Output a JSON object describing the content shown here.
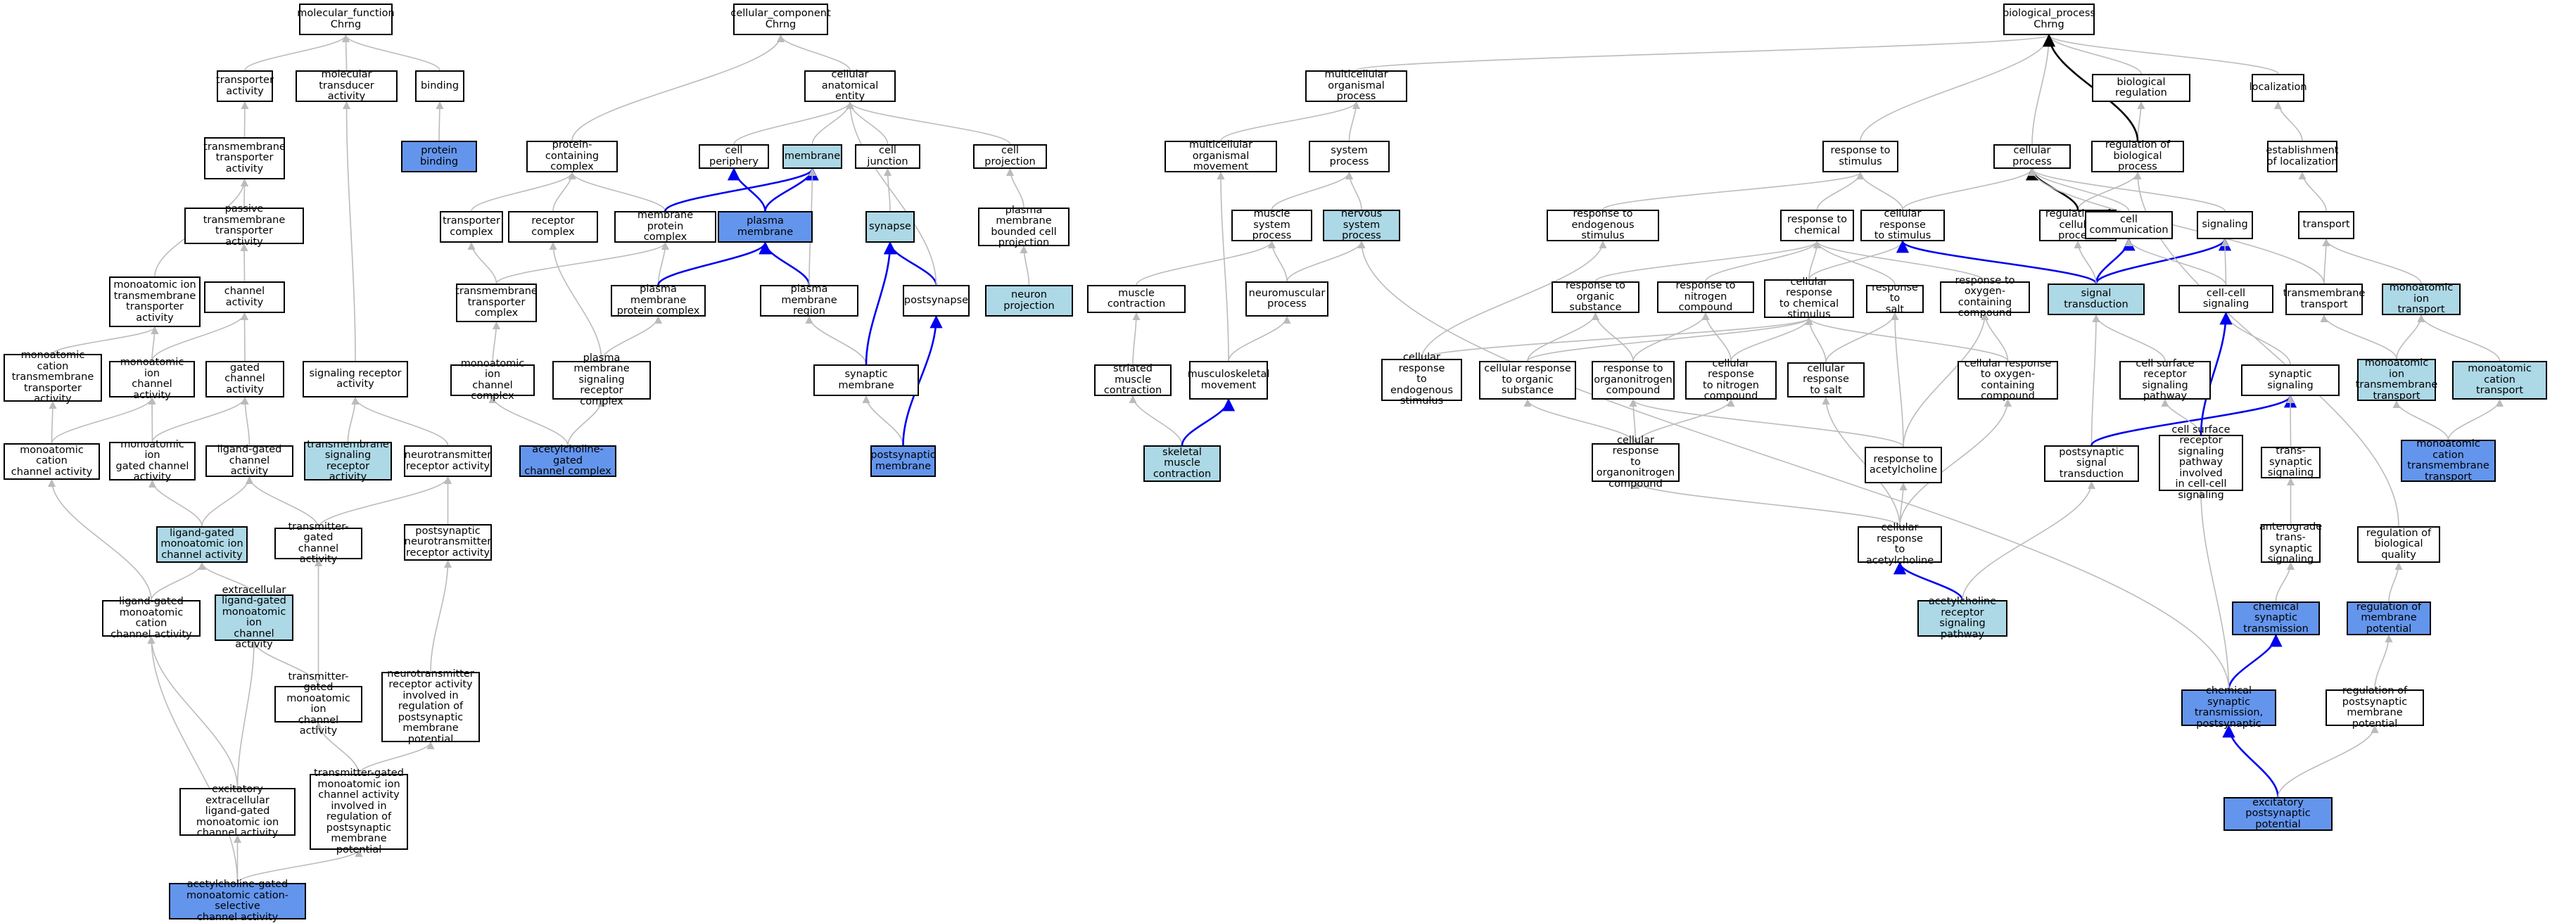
{
  "colors": {
    "light_fill": "#add8e6",
    "strong_fill": "#6495ed",
    "edge_gray": "#bbbbbb",
    "edge_blue": "#0000ee",
    "edge_black": "#000000"
  },
  "nodes": {
    "n01": "molecular_function\nChrng",
    "n02": "transporter\nactivity",
    "n03": "molecular transducer\nactivity",
    "n04": "binding",
    "n05": "protein binding",
    "n06": "transmembrane\ntransporter\nactivity",
    "n07": "passive transmembrane\ntransporter\nactivity",
    "n08": "channel activity",
    "n09": "monoatomic ion\ntransmembrane\ntransporter\nactivity",
    "n10": "monoatomic cation\ntransmembrane\ntransporter\nactivity",
    "n11": "monoatomic ion\nchannel activity",
    "n12": "gated channel\nactivity",
    "n13": "signaling receptor\nactivity",
    "n14": "monoatomic cation\nchannel activity",
    "n15": "monoatomic ion\ngated channel\nactivity",
    "n16": "ligand-gated\nchannel activity",
    "n17": "transmembrane\nsignaling receptor\nactivity",
    "n18": "neurotransmitter\nreceptor activity",
    "n19": "ligand-gated\nmonoatomic ion\nchannel activity",
    "n20": "transmitter-gated\nchannel activity",
    "n21": "postsynaptic\nneurotransmitter\nreceptor activity",
    "n22": "ligand-gated\nmonoatomic cation\nchannel activity",
    "n23": "extracellular\nligand-gated\nmonoatomic ion\nchannel activity",
    "n24": "transmitter-gated\nmonoatomic ion\nchannel activity",
    "n25": "neurotransmitter\nreceptor activity\ninvolved in\nregulation of\npostsynaptic\nmembrane potential",
    "n26": "excitatory extracellular\nligand-gated\nmonoatomic ion\nchannel activity",
    "n27": "transmitter-gated\nmonoatomic ion\nchannel activity\ninvolved in\nregulation of\npostsynaptic\nmembrane potential",
    "n28": "acetylcholine-gated\nmonoatomic cation-selective\nchannel activity",
    "c01": "cellular_component\nChrng",
    "c02": "cellular anatomical\nentity",
    "c03": "protein-containing\ncomplex",
    "c04": "cell periphery",
    "c05": "membrane",
    "c06": "cell junction",
    "c07": "cell projection",
    "c08": "transporter\ncomplex",
    "c09": "receptor complex",
    "c10": "membrane protein\ncomplex",
    "c11": "plasma membrane",
    "c12": "synapse",
    "c13": "plasma membrane\nbounded cell\nprojection",
    "c14": "transmembrane\ntransporter\ncomplex",
    "c15": "plasma membrane\nprotein complex",
    "c16": "plasma membrane\nregion",
    "c17": "postsynapse",
    "c18": "neuron projection",
    "c19": "monoatomic ion\nchannel complex",
    "c20": "plasma membrane\nsignaling receptor\ncomplex",
    "c21": "synaptic membrane",
    "c22": "acetylcholine-gated\nchannel complex",
    "c23": "postsynaptic\nmembrane",
    "b01": "biological_process\nChrng",
    "b02": "multicellular\norganismal process",
    "b03": "biological regulation",
    "b04": "localization",
    "b05": "multicellular\norganismal movement",
    "b06": "system process",
    "b07": "response to\nstimulus",
    "b08": "cellular process",
    "b09": "regulation of\nbiological process",
    "b10": "establishment\nof localization",
    "b11": "muscle system\nprocess",
    "b12": "nervous system\nprocess",
    "b13": "response to\nendogenous stimulus",
    "b14": "response to\nchemical",
    "b15": "cellular response\nto stimulus",
    "b16": "regulation of\ncellular process",
    "b17": "cell communication",
    "b18": "signaling",
    "b19": "transport",
    "b20": "muscle contraction",
    "b21": "neuromuscular\nprocess",
    "b22": "response to\norganic substance",
    "b23": "response to\nnitrogen compound",
    "b24": "cellular response\nto chemical\nstimulus",
    "b25": "response to\nsalt",
    "b26": "response to\noxygen-containing\ncompound",
    "b27": "signal transduction",
    "b28": "cell-cell signaling",
    "b29": "transmembrane\ntransport",
    "b30": "monoatomic ion\ntransport",
    "b31": "striated muscle\ncontraction",
    "b32": "musculoskeletal\nmovement",
    "b33": "cellular response\nto endogenous\nstimulus",
    "b34": "cellular response\nto organic substance",
    "b35": "response to\norganonitrogen\ncompound",
    "b36": "cellular response\nto nitrogen\ncompound",
    "b37": "cellular response\nto salt",
    "b38": "cellular response\nto oxygen-containing\ncompound",
    "b39": "cell surface\nreceptor signaling\npathway",
    "b40": "synaptic signaling",
    "b41": "monoatomic ion\ntransmembrane\ntransport",
    "b42": "monoatomic cation\ntransport",
    "b43": "skeletal muscle\ncontraction",
    "b44": "cellular response\nto organonitrogen\ncompound",
    "b45": "response to\nacetylcholine",
    "b46": "postsynaptic\nsignal transduction",
    "b47": "cell surface\nreceptor signaling\npathway involved\nin cell-cell\nsignaling",
    "b48": "trans-synaptic\nsignaling",
    "b49": "monoatomic cation\ntransmembrane\ntransport",
    "b50": "cellular response\nto acetylcholine",
    "b51": "anterograde\ntrans-synaptic\nsignaling",
    "b52": "regulation of\nbiological quality",
    "b53": "acetylcholine\nreceptor signaling\npathway",
    "b54": "chemical synaptic\ntransmission",
    "b55": "regulation of\nmembrane potential",
    "b56": "chemical synaptic\ntransmission,\npostsynaptic",
    "b57": "regulation of\npostsynaptic\nmembrane potential",
    "b58": "excitatory postsynaptic\npotential"
  }
}
